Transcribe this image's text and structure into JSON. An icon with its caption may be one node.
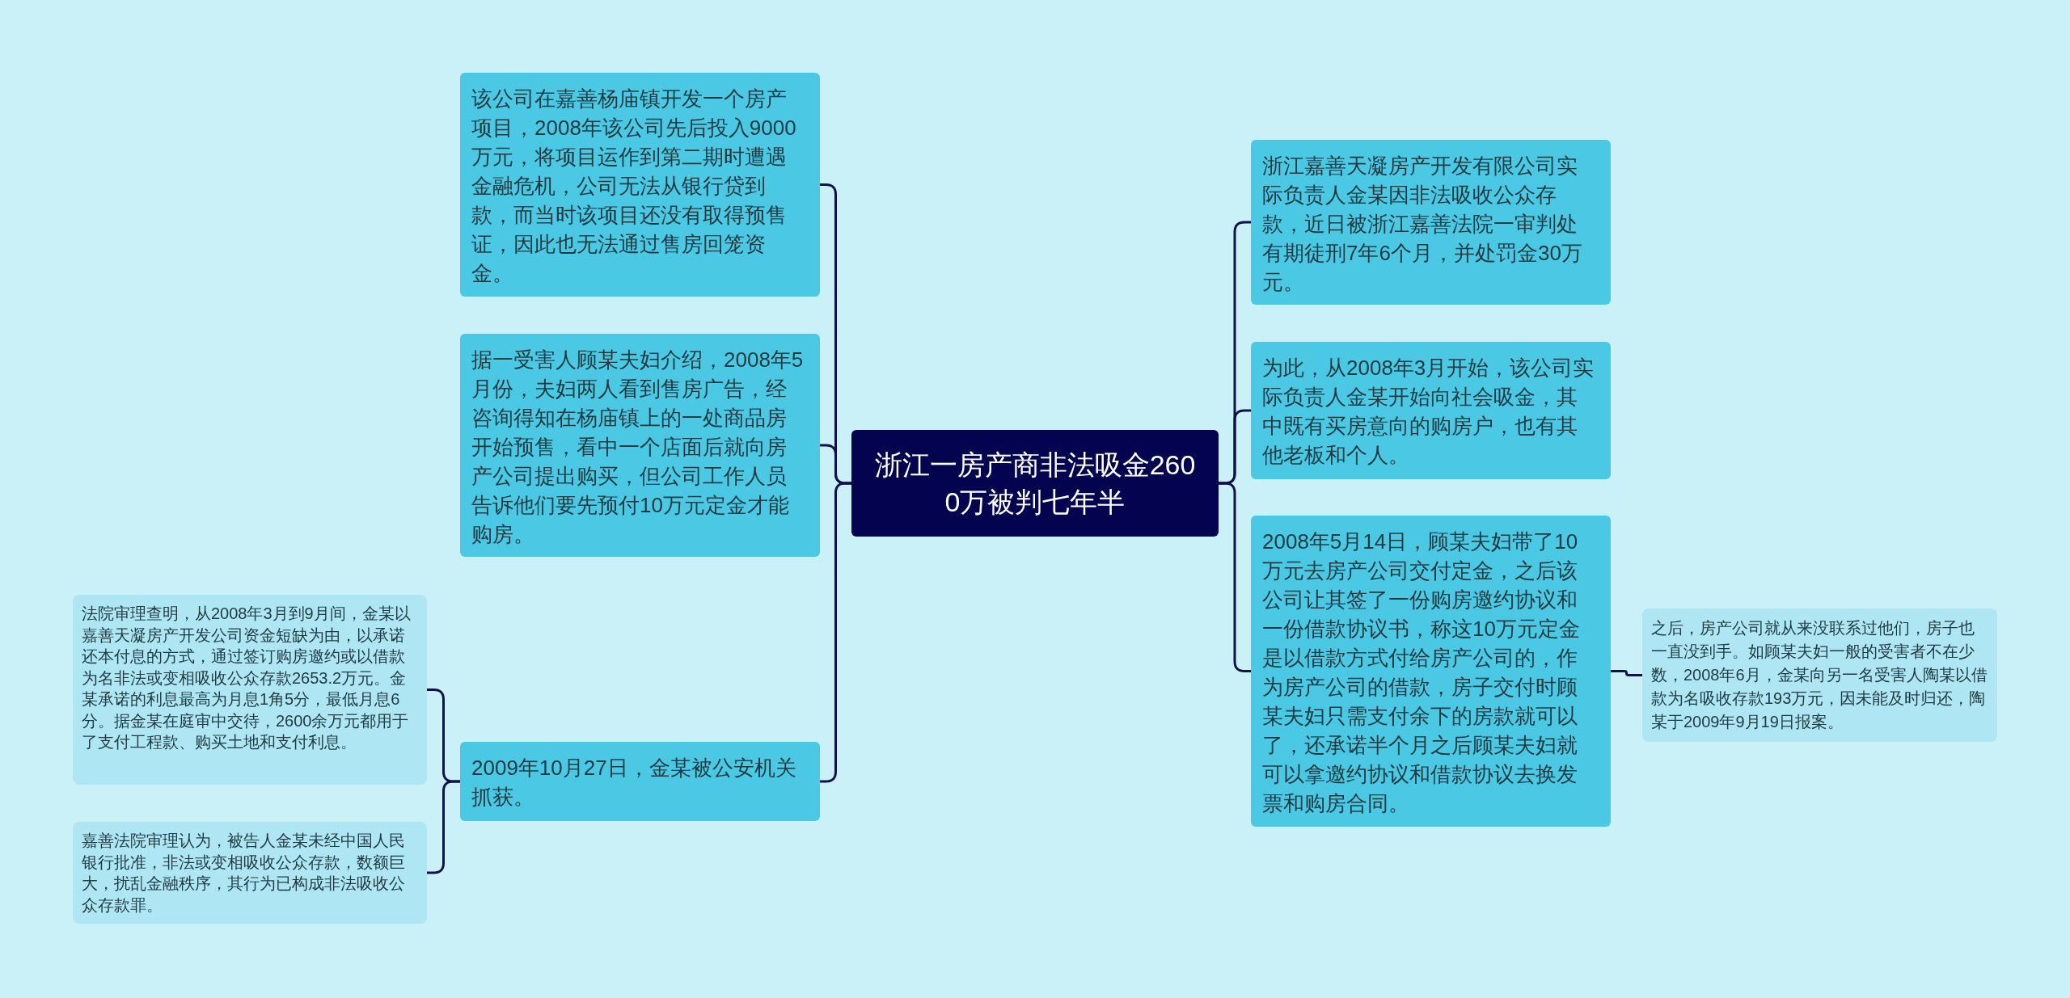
{
  "diagram": {
    "nodes": [
      {
        "text": [
          "浙江一房产商非法吸金2600万被判七年半"
        ]
      },
      {
        "text": [
          "该公司在嘉善杨庙镇开发一个房产项目，2008年该公司先后投入9000万元，将项目运作到第二期时遭遇金融危机，公司无法从银行贷到款，而当时该项目还没有取得预售证，因此也无法通过售房回笼资金。"
        ]
      },
      {
        "text": [
          "据一受害人顾某夫妇介绍，2008年5月份，夫妇两人看到售房广告，经咨询得知在杨庙镇上的一处商品房开始预售，看中一个店面后就向房产公司提出购买，但公司工作人员告诉他们要先预付10万元定金才能购房。"
        ]
      },
      {
        "text": [
          "2009年10月27日，金某被公安机关抓获。"
        ]
      },
      {
        "text": [
          "法院审理查明，从2008年3月到9月间，金某以嘉善天凝房产开发公司资金短缺为由，以承诺还本付息的方式，通过签订购房邀约或以借款为名非法或变相吸收公众存款2653.2万元。金某承诺的利息最高为月息1角5分，最低月息6分。据金某在庭审中交待，2600余万元都用于了支付工程款、购买土地和支付利息。"
        ]
      },
      {
        "text": [
          "嘉善法院审理认为，被告人金某未经中国人民银行批准，非法或变相吸收公众存款，数额巨大，扰乱金融秩序，其行为已构成非法吸收公众存款罪。"
        ]
      },
      {
        "text": [
          "浙江嘉善天凝房产开发有限公司实际负责人金某因非法吸收公众存款，近日被浙江嘉善法院一审判处有期徒刑7年6个月，并处罚金30万元。"
        ]
      },
      {
        "text": [
          "为此，从2008年3月开始，该公司实际负责人金某开始向社会吸金，其中既有买房意向的购房户，也有其他老板和个人。"
        ]
      },
      {
        "text": [
          "2008年5月14日，顾某夫妇带了10万元去房产公司交付定金，之后该公司让其签了一份购房邀约协议和一份借款协议书，称这10万元定金是以借款方式付给房产公司的，作为房产公司的借款，房子交付时顾某夫妇只需支付余下的房款就可以了，还承诺半个月之后顾某夫妇就可以拿邀约协议和借款协议去换发票和购房合同。"
        ]
      },
      {
        "text": [
          "之后，房产公司就从来没联系过他们，房子也一直没到手。如顾某夫妇一般的受害者不在少数，2008年6月，金某向另一名受害人陶某以借款为名吸收存款193万元，因未能及时归还，陶某于2009年9月19日报案。"
        ]
      }
    ],
    "edges": [
      {
        "from": 0,
        "to": 1,
        "arrow": "none"
      },
      {
        "from": 0,
        "to": 2,
        "arrow": "none"
      },
      {
        "from": 0,
        "to": 3,
        "arrow": "none"
      },
      {
        "from": 3,
        "to": 4,
        "arrow": "none"
      },
      {
        "from": 3,
        "to": 5,
        "arrow": "none"
      },
      {
        "from": 0,
        "to": 6,
        "arrow": "none"
      },
      {
        "from": 0,
        "to": 7,
        "arrow": "none"
      },
      {
        "from": 0,
        "to": 8,
        "arrow": "none"
      },
      {
        "from": 8,
        "to": 9,
        "arrow": "none"
      }
    ]
  }
}
